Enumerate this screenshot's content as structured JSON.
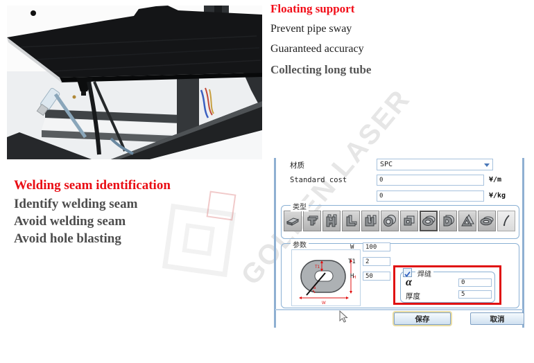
{
  "watermark": {
    "text": "GOLDEN LASER"
  },
  "features": {
    "floating": {
      "title": "Floating support",
      "line1": "Prevent pipe sway",
      "line2": "Guaranteed accuracy",
      "line3": "Collecting long tube"
    },
    "welding": {
      "title": "Welding seam identification",
      "line1": "Identify welding seam",
      "line2": "Avoid welding seam",
      "line3": "Avoid hole blasting"
    }
  },
  "dialog": {
    "material_label": "材质",
    "material_value": "SPC",
    "standard_cost_label": "Standard cost",
    "cost_per_m": "0",
    "unit_m": "¥/m",
    "cost_per_kg": "0",
    "unit_kg": "¥/kg",
    "type_label": "类型",
    "shape_icons": [
      "flat-bar",
      "t-profile",
      "h-beam",
      "l-angle",
      "u-channel",
      "round-tube",
      "square-tube",
      "oval-tube",
      "d-tube",
      "triangle-tube",
      "flat-oval-tube",
      "custom-shape"
    ],
    "selected_shape": "oval-tube",
    "param_label": "参数",
    "diagram": {
      "dim_top": "T1",
      "dim_right": "H",
      "dim_bottom": "W",
      "angle": "a"
    },
    "params": [
      {
        "name": "W",
        "value": "100"
      },
      {
        "name": "T1",
        "value": "2"
      },
      {
        "name": "H",
        "value": "50"
      }
    ],
    "weld": {
      "label": "焊缝",
      "checked": true,
      "alpha_label": "α",
      "alpha_value": "0",
      "thickness_label": "厚度",
      "thickness_value": "5"
    },
    "save_label": "保存",
    "cancel_label": "取消"
  },
  "colors": {
    "accent_red": "#e01212",
    "heading_red": "#f20d18",
    "dialog_border": "#8ab0d4"
  }
}
